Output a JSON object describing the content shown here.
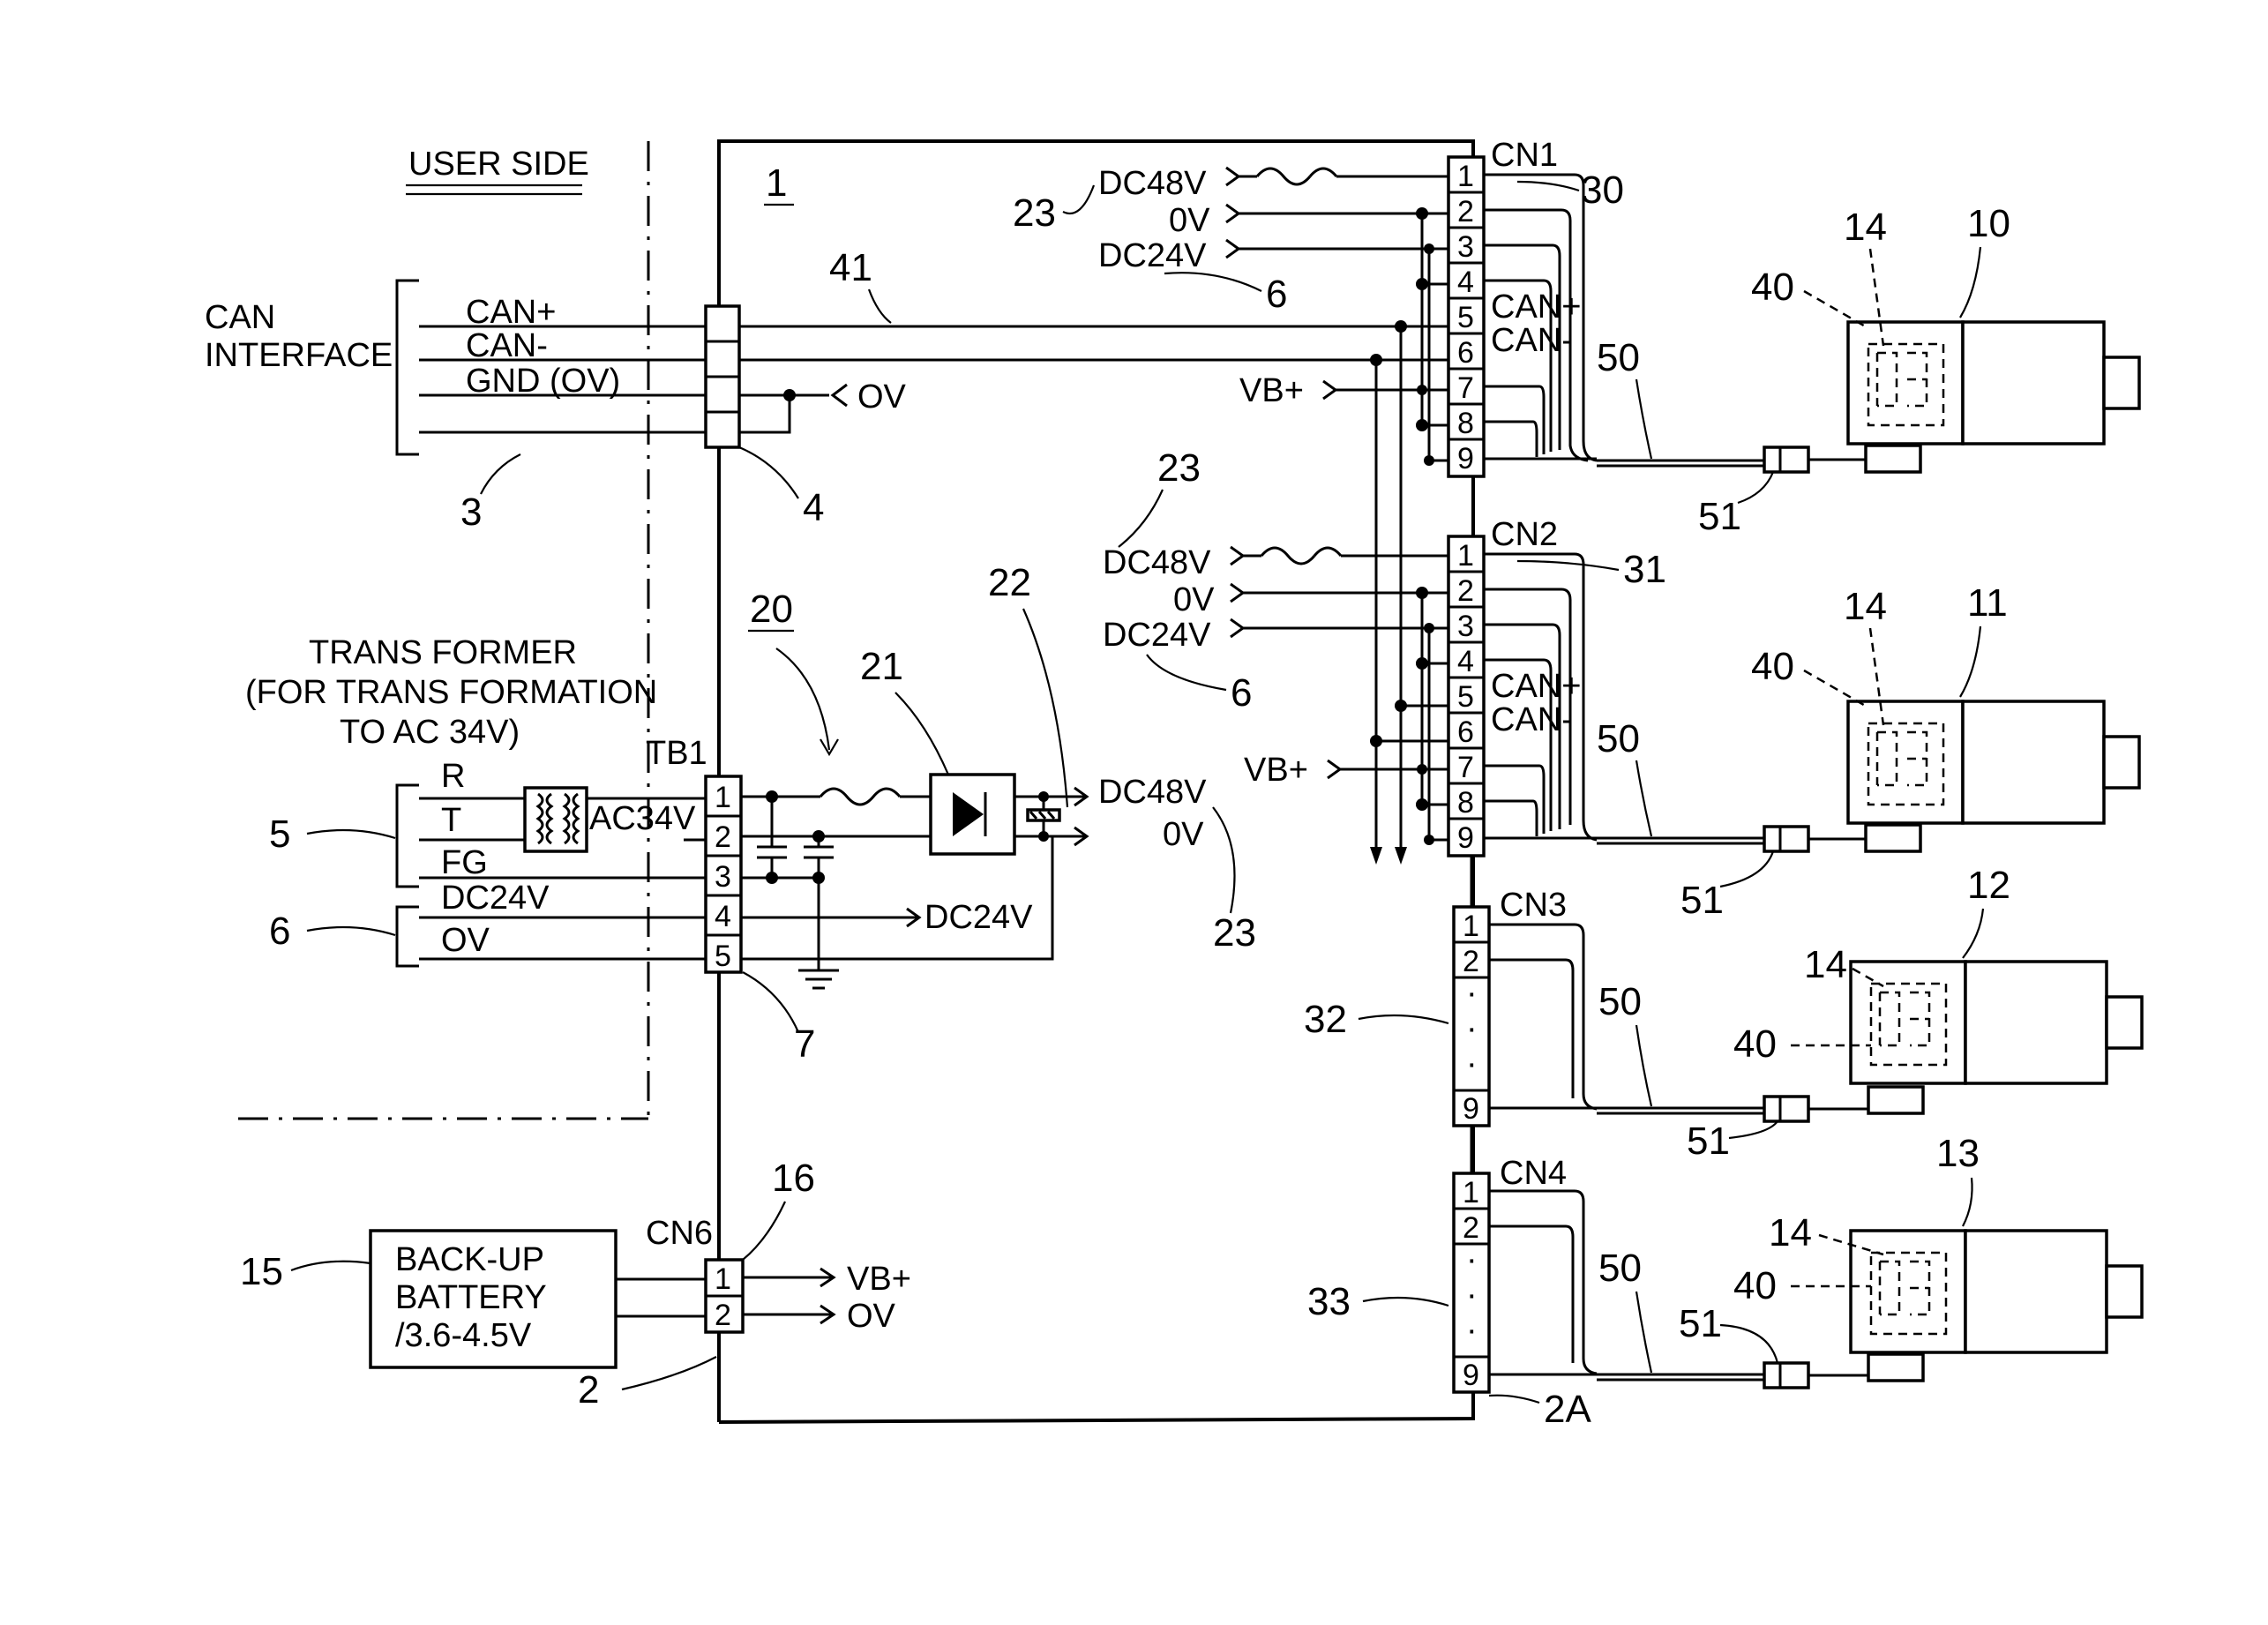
{
  "labels": {
    "user_side": "USER SIDE",
    "can_interface_1": "CAN",
    "can_interface_2": "INTERFACE",
    "can_plus": "CAN+",
    "can_minus": "CAN-",
    "gnd": "GND (OV)",
    "ov": "OV",
    "ov_zero": "0V",
    "transformer_1": "TRANS FORMER",
    "transformer_2": "(FOR TRANS FORMATION",
    "transformer_3": "TO AC 34V)",
    "r": "R",
    "t": "T",
    "fg": "FG",
    "ac34v": "AC34V",
    "dc24v": "DC24V",
    "dc48v": "DC48V",
    "vb_plus": "VB+",
    "tb1": "TB1",
    "cn1": "CN1",
    "cn2": "CN2",
    "cn3": "CN3",
    "cn4": "CN4",
    "cn6": "CN6",
    "battery_1": "BACK-UP",
    "battery_2": "BATTERY",
    "battery_3": "/3.6-4.5V",
    "dots": "·"
  },
  "refs": {
    "r1": "1",
    "r2": "2",
    "r2a": "2A",
    "r3": "3",
    "r4": "4",
    "r5": "5",
    "r6": "6",
    "r7": "7",
    "r10": "10",
    "r11": "11",
    "r12": "12",
    "r13": "13",
    "r14": "14",
    "r15": "15",
    "r16": "16",
    "r20": "20",
    "r21": "21",
    "r22": "22",
    "r23": "23",
    "r30": "30",
    "r31": "31",
    "r32": "32",
    "r33": "33",
    "r40": "40",
    "r41": "41",
    "r50": "50",
    "r51": "51"
  },
  "pins": {
    "p1": "1",
    "p2": "2",
    "p3": "3",
    "p4": "4",
    "p5": "5",
    "p6": "6",
    "p7": "7",
    "p8": "8",
    "p9": "9"
  }
}
